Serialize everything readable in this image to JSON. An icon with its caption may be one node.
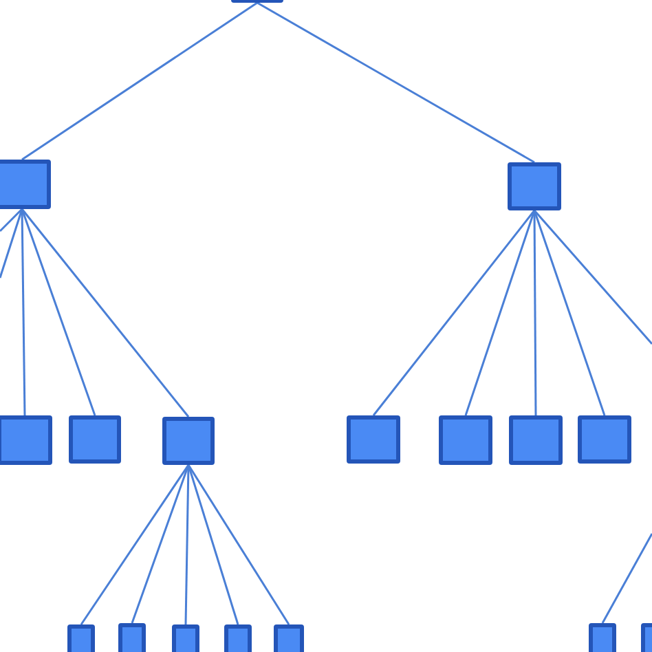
{
  "diagram": {
    "nodes": [
      {
        "text": [],
        "shape": "box"
      },
      {
        "text": [],
        "shape": "box"
      },
      {
        "text": [],
        "shape": "box"
      },
      {
        "text": [],
        "shape": "box"
      },
      {
        "text": [],
        "shape": "box"
      },
      {
        "text": [],
        "shape": "box"
      },
      {
        "text": [],
        "shape": "box"
      },
      {
        "text": [],
        "shape": "box"
      },
      {
        "text": [],
        "shape": "box"
      },
      {
        "text": [],
        "shape": "box"
      },
      {
        "text": [],
        "shape": "box"
      },
      {
        "text": [],
        "shape": "box"
      },
      {
        "text": [],
        "shape": "box"
      },
      {
        "text": [],
        "shape": "box"
      },
      {
        "text": [],
        "shape": "box"
      },
      {
        "text": [],
        "shape": "box"
      },
      {
        "text": [],
        "shape": "box"
      }
    ],
    "edges": [
      {
        "from": 0,
        "to": 1,
        "arrow": "none"
      },
      {
        "from": 0,
        "to": 2,
        "arrow": "none"
      },
      {
        "from": 1,
        "to": null,
        "arrow": "none"
      },
      {
        "from": 1,
        "to": null,
        "arrow": "none"
      },
      {
        "from": 1,
        "to": 3,
        "arrow": "none"
      },
      {
        "from": 1,
        "to": 4,
        "arrow": "none"
      },
      {
        "from": 1,
        "to": 5,
        "arrow": "none"
      },
      {
        "from": 2,
        "to": 6,
        "arrow": "none"
      },
      {
        "from": 2,
        "to": 7,
        "arrow": "none"
      },
      {
        "from": 2,
        "to": 8,
        "arrow": "none"
      },
      {
        "from": 2,
        "to": 9,
        "arrow": "none"
      },
      {
        "from": 2,
        "to": null,
        "arrow": "none"
      },
      {
        "from": 5,
        "to": 10,
        "arrow": "none"
      },
      {
        "from": 5,
        "to": 11,
        "arrow": "none"
      },
      {
        "from": 5,
        "to": 12,
        "arrow": "none"
      },
      {
        "from": 5,
        "to": 13,
        "arrow": "none"
      },
      {
        "from": 5,
        "to": 14,
        "arrow": "none"
      },
      {
        "from": null,
        "to": 15,
        "arrow": "none"
      }
    ]
  }
}
